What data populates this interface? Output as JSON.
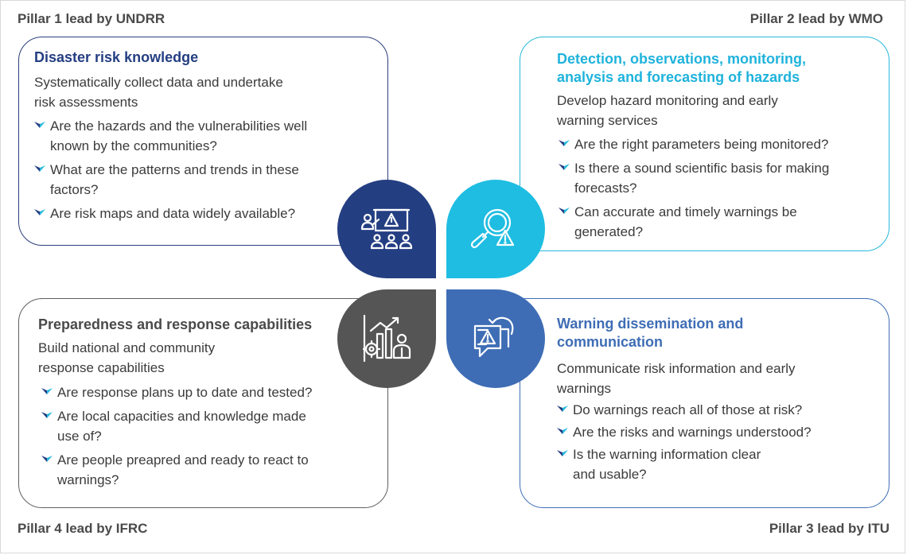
{
  "pillars": [
    {
      "id": "p1",
      "lead": "Pillar 1 lead by UNDRR",
      "title_lines": [
        "Disaster risk knowledge"
      ],
      "subtitle_lines": [
        "Systematically collect data and undertake",
        "risk assessments"
      ],
      "questions": [
        [
          "Are the hazards and the vulnerabilities well",
          "known by the communities?"
        ],
        [
          "What are the patterns and trends in these",
          "factors?"
        ],
        [
          "Are risk maps and data widely available?"
        ]
      ],
      "color": "#243e82",
      "icon": "presentation-warning-icon"
    },
    {
      "id": "p2",
      "lead": "Pillar 2 lead by WMO",
      "title_lines": [
        "Detection, observations, monitoring,",
        "analysis and forecasting of hazards"
      ],
      "subtitle_lines": [
        "Develop hazard monitoring and early",
        "warning services"
      ],
      "questions": [
        [
          "Are the right parameters being monitored?"
        ],
        [
          "Is there a sound scientific basis for making",
          "forecasts?"
        ],
        [
          "Can accurate and timely warnings be",
          "generated?"
        ]
      ],
      "color": "#1fbde2",
      "icon": "magnifier-warning-icon"
    },
    {
      "id": "p3",
      "lead": "Pillar 3 lead by ITU",
      "title_lines": [
        "Warning dissemination and",
        "communication"
      ],
      "subtitle_lines": [
        "Communicate risk information and early",
        "warnings"
      ],
      "questions": [
        [
          "Do warnings reach all of those at risk?"
        ],
        [
          "Are the risks and warnings understood?"
        ],
        [
          "Is the warning information clear",
          "and usable?"
        ]
      ],
      "color": "#3e6db5",
      "icon": "message-warning-icon"
    },
    {
      "id": "p4",
      "lead": "Pillar 4 lead by IFRC",
      "title_lines": [
        "Preparedness and response capabilities"
      ],
      "subtitle_lines": [
        "Build national and community",
        "response capabilities"
      ],
      "questions": [
        [
          "Are response plans up to date and tested?"
        ],
        [
          "Are local capacities and knowledge made",
          "use of?"
        ],
        [
          "Are people preapred and ready to react to",
          "warnings?"
        ]
      ],
      "color": "#555555",
      "icon": "growth-gear-person-icon"
    }
  ],
  "bullet_colors": [
    "#243e82",
    "#29b9dc"
  ]
}
